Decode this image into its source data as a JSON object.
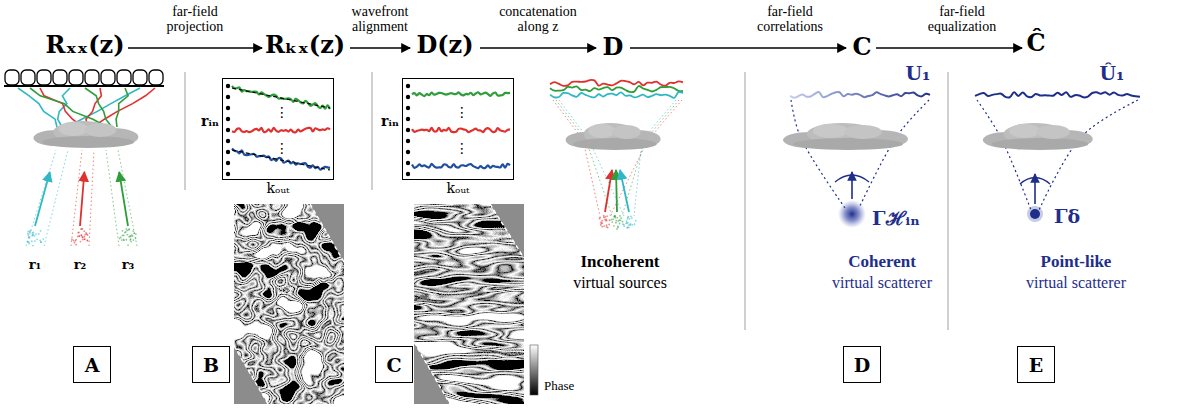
{
  "diagram": {
    "nodes": [
      {
        "text": [
          "rᵢₙ",
          "⋮",
          "⋮",
          "kₒᵤₜ"
        ]
      },
      {
        "text": [
          "rᵢₙ",
          "⋮",
          "⋮",
          "kₒᵤₜ"
        ]
      },
      {
        "text": [
          "A"
        ]
      },
      {
        "text": [
          "B"
        ]
      },
      {
        "text": [
          "C"
        ]
      },
      {
        "text": [
          "D"
        ]
      },
      {
        "text": [
          "E"
        ]
      }
    ],
    "labels": [
      "Rₓₓ(z)",
      "far-field projection",
      "Rₖₓ(z)",
      "wavefront alignment",
      "D(z)",
      "concatenation along z",
      "D",
      "far-field correlations",
      "C",
      "far-field equalization",
      "Ĉ",
      "r₁",
      "r₂",
      "r₃",
      "Incoherent",
      "virtual sources",
      "U₁",
      "Γℋᵢₙ",
      "Coherent",
      "virtual scatterer",
      "Û₁",
      "Γδ",
      "Point-like",
      "virtual scatterer",
      "Phase"
    ]
  }
}
